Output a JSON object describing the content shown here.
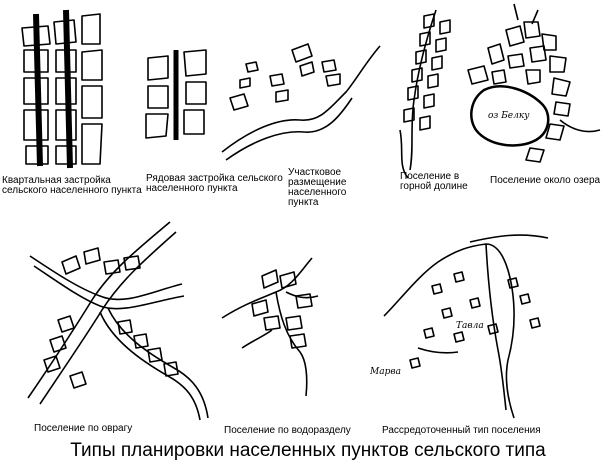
{
  "captions": {
    "quarter": "Квартальная застройка сельского населенного пункта",
    "row": "Рядовая застройка сельского населенного пункта",
    "plot": "Участковое размещение населенного пункта",
    "mountain": "Поселение в горной долине",
    "lake": "Поселение около озера",
    "ravine": "Поселение по оврагу",
    "watershed": "Поселение по водоразделу",
    "dispersed": "Рассредоточенный тип поселения"
  },
  "map_labels": {
    "lake_name": "оз Белку",
    "village_tavla": "Тавла",
    "village_marva": "Марва"
  },
  "title": "Типы планировки населенных пунктов сельского типа",
  "colors": {
    "ink": "#000000",
    "background": "#ffffff"
  }
}
